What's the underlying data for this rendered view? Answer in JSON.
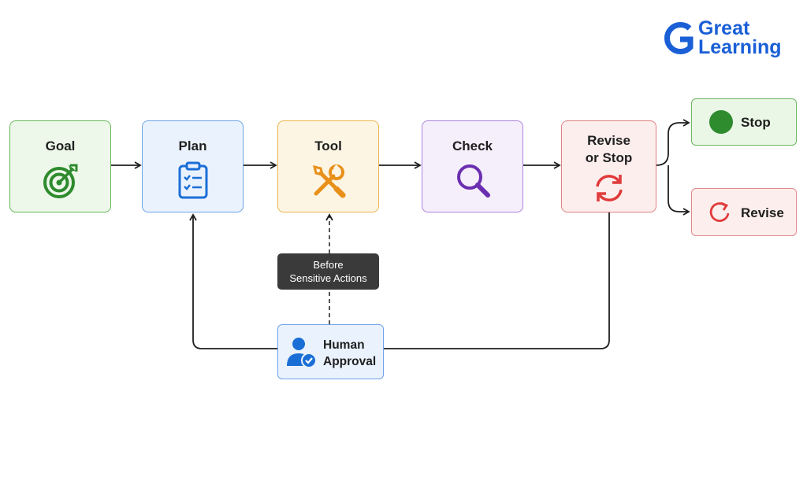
{
  "logo": {
    "line1": "Great",
    "line2": "Learning",
    "brand_color": "#1a5fd6"
  },
  "nodes": {
    "goal": {
      "label": "Goal",
      "icon": "target-icon"
    },
    "plan": {
      "label": "Plan",
      "icon": "clipboard-checklist-icon"
    },
    "tool": {
      "label": "Tool",
      "icon": "wrench-screwdriver-icon"
    },
    "check": {
      "label": "Check",
      "icon": "magnifier-icon"
    },
    "revise": {
      "label_line1": "Revise",
      "label_line2": "or Stop",
      "icon": "refresh-icon"
    }
  },
  "outcomes": {
    "stop": {
      "label": "Stop",
      "icon": "green-circle-icon"
    },
    "revise": {
      "label": "Revise",
      "icon": "redo-icon"
    }
  },
  "human": {
    "label_line1": "Human",
    "label_line2": "Approval",
    "icon": "user-check-icon"
  },
  "note": {
    "line1": "Before",
    "line2": "Sensitive Actions"
  },
  "colors": {
    "goal": "#67b85a",
    "plan": "#6da3e8",
    "tool": "#ecb64a",
    "check": "#ad85da",
    "revise": "#e08080",
    "stop": "#2e8b2e"
  }
}
